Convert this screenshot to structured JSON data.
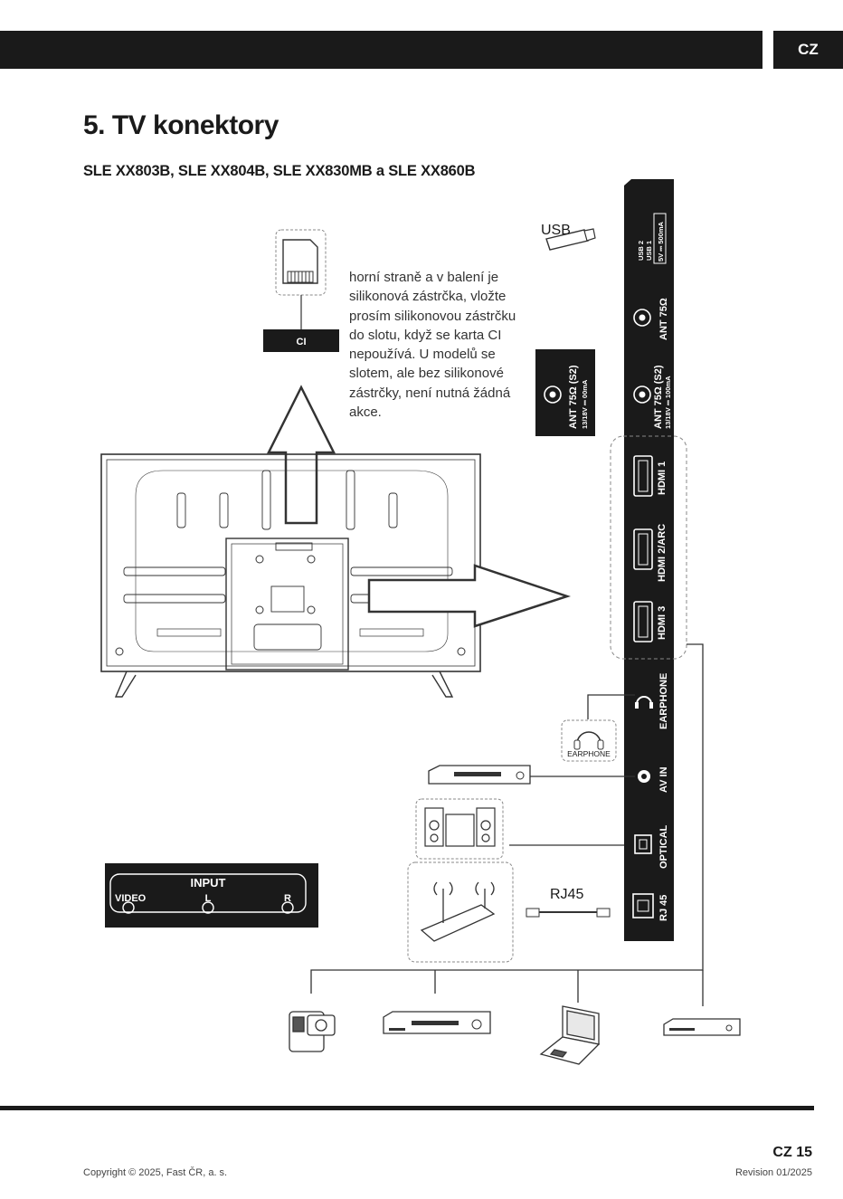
{
  "header": {
    "language_tab": "CZ"
  },
  "section": {
    "title": "5. TV konektory",
    "models": "SLE XX803B, SLE XX804B, SLE XX830MB a SLE XX860B"
  },
  "ci": {
    "label": "CI",
    "note_lines": [
      "horní straně a v balení je",
      "silikonová zástrčka, vložte",
      "prosím silikonovou zástrčku",
      "do slotu, když se karta CI",
      "nepoužívá. U modelů se",
      "slotem, ale bez silikonové",
      "zástrčky, není nutná žádná",
      "akce."
    ]
  },
  "panel": {
    "usb_device_label": "USB",
    "usb2": "USB 2",
    "usb1": "USB 1",
    "usb_rating": "5V ⎓ 500mA",
    "ant": "ANT 75Ω",
    "ant_s2": "ANT 75Ω (S2)",
    "ant_s2_rating": "13/18V ⎓ 100mA",
    "ant_s2_rating_short": "13/18V ⎓ 00mA",
    "hdmi1": "HDMI 1",
    "hdmi2": "HDMI 2/ARC",
    "hdmi3": "HDMI 3",
    "earphone": "EARPHONE",
    "earphone_device": "EARPHONE",
    "av_in": "AV IN",
    "optical": "OPTICAL",
    "rj45": "RJ 45",
    "rj45_cable": "RJ45"
  },
  "input_box": {
    "title": "INPUT",
    "video": "VIDEO",
    "left": "L",
    "right": "R"
  },
  "footer": {
    "page_number": "CZ 15",
    "copyright": "Copyright © 2025, Fast ČR, a. s.",
    "revision": "Revision 01/2025"
  }
}
